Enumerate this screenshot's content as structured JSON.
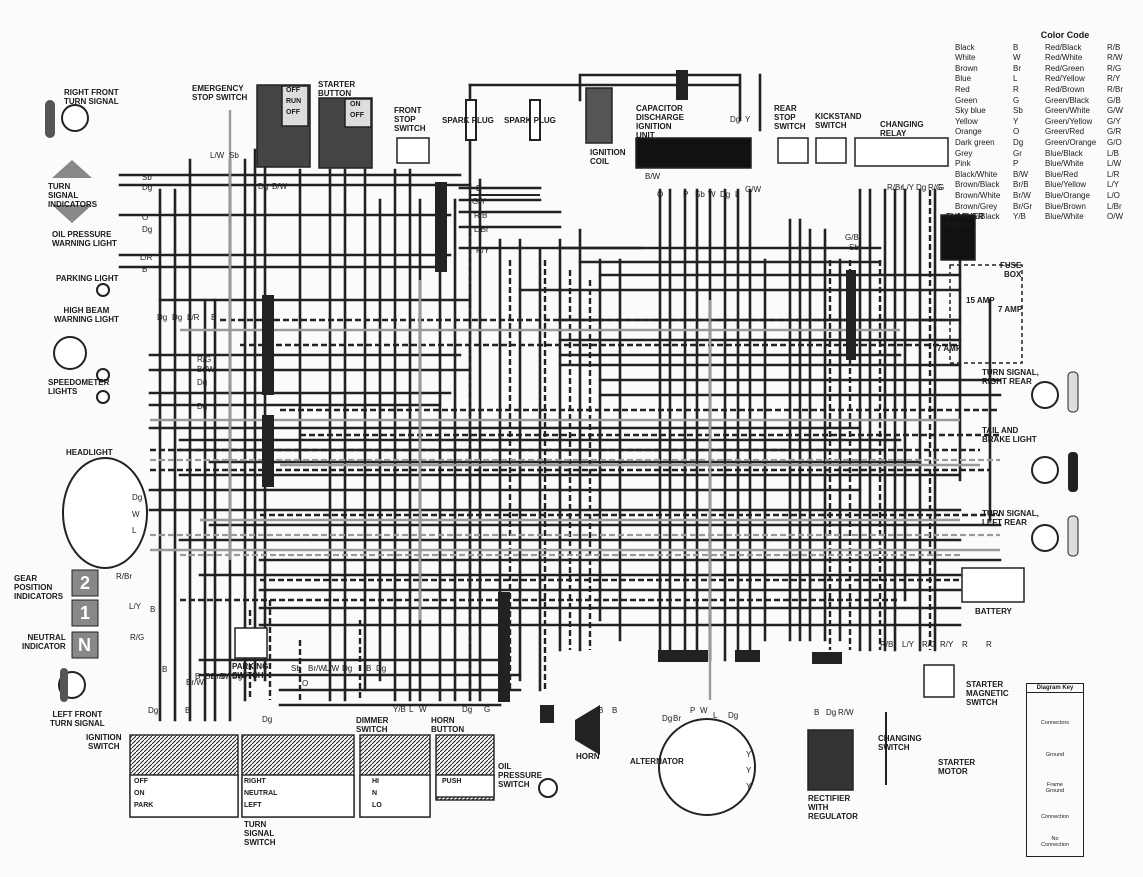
{
  "labels": {
    "right_front_turn": "RIGHT FRONT\nTURN SIGNAL",
    "turn_indicators": "TURN\nSIGNAL\nINDICATORS",
    "oil_warning": "OIL PRESSURE\nWARNING LIGHT",
    "parking_light": "PARKING LIGHT",
    "high_beam": "HIGH BEAM\nWARNING LIGHT",
    "speedometer": "SPEEDOMETER\nLIGHTS",
    "headlight": "HEADLIGHT",
    "gear_position": "GEAR\nPOSITION\nINDICATORS",
    "neutral_indicator": "NEUTRAL\nINDICATOR",
    "left_front_turn": "LEFT FRONT\nTURN SIGNAL",
    "ignition_switch": "IGNITION\nSWITCH",
    "emergency_stop": "EMERGENCY\nSTOP SWITCH",
    "starter_button": "STARTER\nBUTTON",
    "front_stop": "FRONT\nSTOP\nSWITCH",
    "spark_plug_1": "SPARK PLUG",
    "spark_plug_2": "SPARK PLUG",
    "ignition_coil": "IGNITION\nCOIL",
    "cdi_unit": "CAPACITOR\nDISCHARGE\nIGNITION\nUNIT",
    "rear_stop": "REAR\nSTOP\nSWITCH",
    "kickstand": "KICKSTAND\nSWITCH",
    "charging_relay": "CHANGING\nRELAY",
    "flasher_relay": "FLASHER\nRELAY",
    "fuse_box": "FUSE\nBOX",
    "fuse_15": "15 AMP",
    "fuse_7a": "7 AMP",
    "fuse_7b": "7 AMP",
    "turn_right_rear": "TURN SIGNAL,\nRIGHT REAR",
    "tail_brake": "TAIL AND\nBRAKE LIGHT",
    "turn_left_rear": "TURN SIGNAL,\nLEFT REAR",
    "battery": "BATTERY",
    "starter_magnetic": "STARTER\nMAGNETIC\nSWITCH",
    "starter_motor": "STARTER\nMOTOR",
    "changing_switch": "CHANGING\nSWITCH",
    "rectifier": "RECTIFIER\nWITH\nREGULATOR",
    "alternator": "ALTERNATOR",
    "horn": "HORN",
    "oil_pressure_switch": "OIL\nPRESSURE\nSWITCH",
    "parking_switch": "PARKING\nSWITCH",
    "turn_signal_switch": "TURN\nSIGNAL\nSWITCH",
    "dimmer_switch": "DIMMER\nSWITCH",
    "horn_button": "HORN\nBUTTON"
  },
  "switch_positions": {
    "emergency": [
      "OFF",
      "RUN",
      "OFF"
    ],
    "starter": [
      "ON",
      "OFF"
    ],
    "ignition": [
      "OFF",
      "ON",
      "PARK"
    ],
    "turn": [
      "RIGHT",
      "NEUTRAL",
      "LEFT"
    ],
    "dimmer": [
      "HI",
      "N",
      "LO"
    ],
    "horn": [
      "PUSH"
    ]
  },
  "gear_indicators": [
    "2",
    "1",
    "N"
  ],
  "wire_codes": [
    {
      "t": "Sb"
    },
    {
      "t": "Dg"
    },
    {
      "t": "O"
    },
    {
      "t": "Dg"
    },
    {
      "t": "L/R"
    },
    {
      "t": "B"
    },
    {
      "t": "Dg"
    },
    {
      "t": "Dg"
    },
    {
      "t": "L/R"
    },
    {
      "t": "B"
    },
    {
      "t": "R/G"
    },
    {
      "t": "Br/W"
    },
    {
      "t": "Dg"
    },
    {
      "t": "Dg"
    },
    {
      "t": "Dg"
    },
    {
      "t": "W"
    },
    {
      "t": "L"
    },
    {
      "t": "R/Br"
    },
    {
      "t": "L/Y"
    },
    {
      "t": "B"
    },
    {
      "t": "R/G"
    },
    {
      "t": "B"
    },
    {
      "t": "Dg"
    },
    {
      "t": "L/W"
    },
    {
      "t": "Sb"
    },
    {
      "t": "Dg"
    },
    {
      "t": "B/W"
    },
    {
      "t": "B"
    },
    {
      "t": "G/Y"
    },
    {
      "t": "R/B"
    },
    {
      "t": "L/Br"
    },
    {
      "t": "R/Y"
    },
    {
      "t": "Dg"
    },
    {
      "t": "Y"
    },
    {
      "t": "B/W"
    },
    {
      "t": "O"
    },
    {
      "t": "P"
    },
    {
      "t": "Sb"
    },
    {
      "t": "W"
    },
    {
      "t": "Dg"
    },
    {
      "t": "L"
    },
    {
      "t": "G/W"
    },
    {
      "t": "G/B"
    },
    {
      "t": "Sb"
    },
    {
      "t": "R/Br"
    },
    {
      "t": "L/Y"
    },
    {
      "t": "Dg"
    },
    {
      "t": "R/G"
    },
    {
      "t": "G"
    },
    {
      "t": "B"
    },
    {
      "t": "O"
    },
    {
      "t": "Sb"
    },
    {
      "t": "Br/W"
    },
    {
      "t": "L/W"
    },
    {
      "t": "Dg"
    },
    {
      "t": "B"
    },
    {
      "t": "Dg"
    },
    {
      "t": "Y/B"
    },
    {
      "t": "L"
    },
    {
      "t": "W"
    },
    {
      "t": "Dg"
    },
    {
      "t": "G"
    },
    {
      "t": "B"
    },
    {
      "t": "B"
    },
    {
      "t": "Dg"
    },
    {
      "t": "Br"
    },
    {
      "t": "P"
    },
    {
      "t": "W"
    },
    {
      "t": "L"
    },
    {
      "t": "Dg"
    },
    {
      "t": "B"
    },
    {
      "t": "Dg"
    },
    {
      "t": "R/W"
    },
    {
      "t": "Y"
    },
    {
      "t": "Y"
    },
    {
      "t": "Y"
    },
    {
      "t": "R/Br"
    },
    {
      "t": "L/Y"
    },
    {
      "t": "R/G"
    },
    {
      "t": "R/Y"
    },
    {
      "t": "R"
    },
    {
      "t": "R"
    },
    {
      "t": "B"
    },
    {
      "t": "Br/W"
    },
    {
      "t": "Br"
    },
    {
      "t": "B"
    },
    {
      "t": "Dg"
    },
    {
      "t": "Br/W"
    },
    {
      "t": "Dg"
    }
  ],
  "color_code": {
    "title": "Color Code",
    "rows": [
      [
        "Black",
        "B",
        "Red/Black",
        "R/B"
      ],
      [
        "White",
        "W",
        "Red/White",
        "R/W"
      ],
      [
        "Brown",
        "Br",
        "Red/Green",
        "R/G"
      ],
      [
        "Blue",
        "L",
        "Red/Yellow",
        "R/Y"
      ],
      [
        "Red",
        "R",
        "Red/Brown",
        "R/Br"
      ],
      [
        "Green",
        "G",
        "Green/Black",
        "G/B"
      ],
      [
        "Sky blue",
        "Sb",
        "Green/White",
        "G/W"
      ],
      [
        "Yellow",
        "Y",
        "Green/Yellow",
        "G/Y"
      ],
      [
        "Orange",
        "O",
        "Green/Red",
        "G/R"
      ],
      [
        "Dark green",
        "Dg",
        "Green/Orange",
        "G/O"
      ],
      [
        "Grey",
        "Gr",
        "Blue/Black",
        "L/B"
      ],
      [
        "Pink",
        "P",
        "Blue/White",
        "L/W"
      ],
      [
        "Black/White",
        "B/W",
        "Blue/Red",
        "L/R"
      ],
      [
        "Brown/Black",
        "Br/B",
        "Blue/Yellow",
        "L/Y"
      ],
      [
        "Brown/White",
        "Br/W",
        "Blue/Orange",
        "L/O"
      ],
      [
        "Brown/Grey",
        "Br/Gr",
        "Blue/Brown",
        "L/Br"
      ],
      [
        "Yellow/Black",
        "Y/B",
        "Blue/White",
        "O/W"
      ]
    ]
  },
  "diagram_key": {
    "title": "Diagram Key",
    "items": [
      "Connectors",
      "Ground",
      "Frame\nGround",
      "Connection",
      "No\nConnection"
    ]
  }
}
